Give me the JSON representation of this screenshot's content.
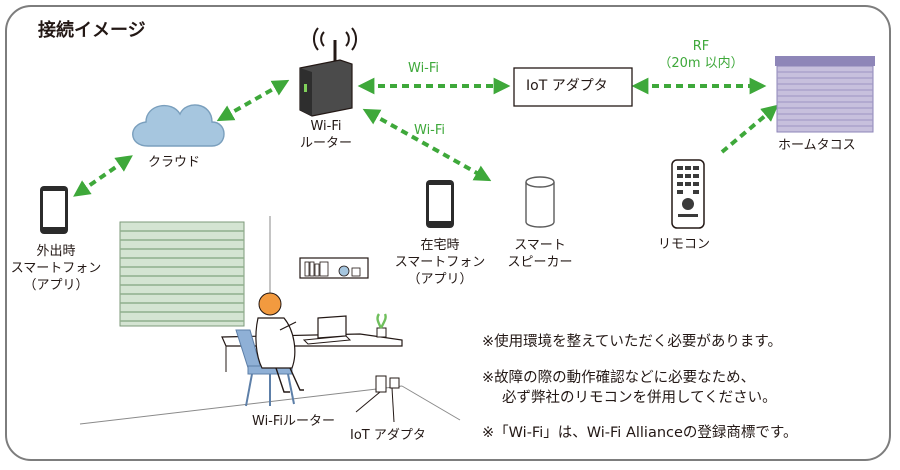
{
  "title": "接続イメージ",
  "labels": {
    "cloud": "クラウド",
    "router_line1": "Wi-Fi",
    "router_line2": "ルーター",
    "iot_adapter": "IoT アダプタ",
    "home_tacos": "ホームタコス",
    "remote": "リモコン",
    "phone_out": [
      "外出時",
      "スマートフォン",
      "（アプリ）"
    ],
    "phone_home": [
      "在宅時",
      "スマートフォン",
      "（アプリ）"
    ],
    "speaker": [
      "スマート",
      "スピーカー"
    ],
    "room_router": "Wi-Fiルーター",
    "room_adapter": "IoT アダプタ"
  },
  "connections": {
    "wifi_top": "Wi-Fi",
    "wifi_mid": "Wi-Fi",
    "rf_line1": "RF",
    "rf_line2": "（20m 以内）"
  },
  "notes": [
    "※使用環境を整えていただく必要があります。",
    "※故障の際の動作確認などに必要なため、",
    "必ず弊社のリモコンを併用してください。",
    "※「Wi-Fi」は、Wi-Fi Allianceの登録商標です。"
  ],
  "colors": {
    "arrow_green": "#3ea83a",
    "frame_gray": "#7d7d7d",
    "cloud_blue": "#a6c6df",
    "blind_green": "#c9dcc8",
    "shade_purple": "#b7aed0",
    "person_orange": "#f29a3f",
    "chair_blue": "#8fb0d6"
  },
  "icons": [
    "cloud-icon",
    "router-icon",
    "smartphone-icon",
    "speaker-icon",
    "remote-icon",
    "blind-icon",
    "shelf-icon",
    "plant-icon",
    "laptop-icon",
    "person-icon",
    "chair-icon"
  ]
}
